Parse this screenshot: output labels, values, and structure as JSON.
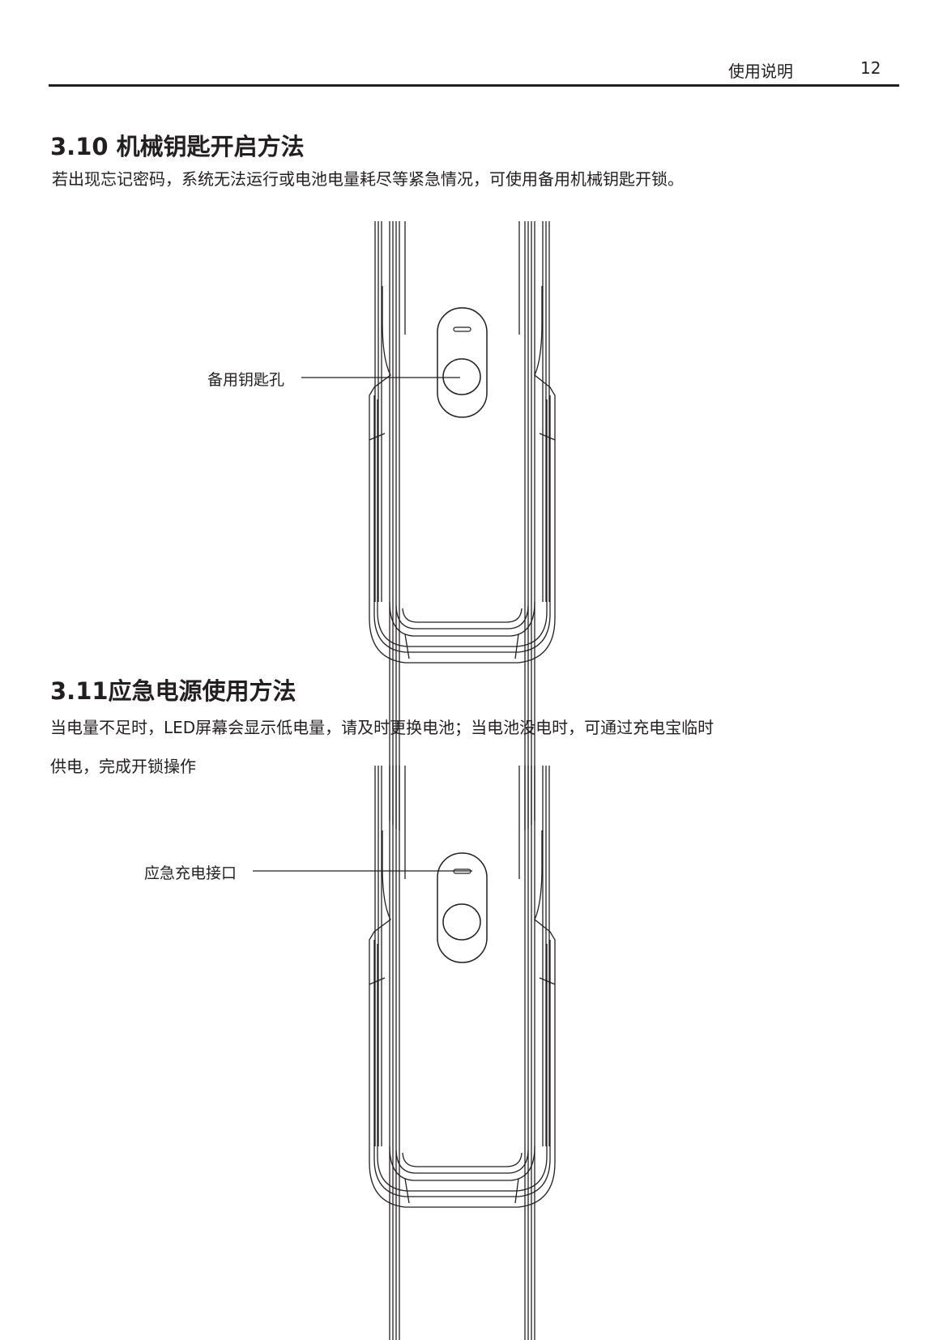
{
  "header": {
    "title": "使用说明",
    "page_number": "12"
  },
  "section_310": {
    "heading": "3.10 机械钥匙开启方法",
    "body": "若出现忘记密码，系统无法运行或电池电量耗尽等紧急情况，可使用备用机械钥匙开锁。",
    "callout": "备用钥匙孔"
  },
  "section_311": {
    "heading": "3.11应急电源使用方法",
    "body_line1": "当电量不足时，LED屏幕会显示低电量，请及时更换电池；当电池没电时，可通过充电宝临时",
    "body_line2": "供电，完成开锁操作",
    "callout": "应急充电接口"
  }
}
